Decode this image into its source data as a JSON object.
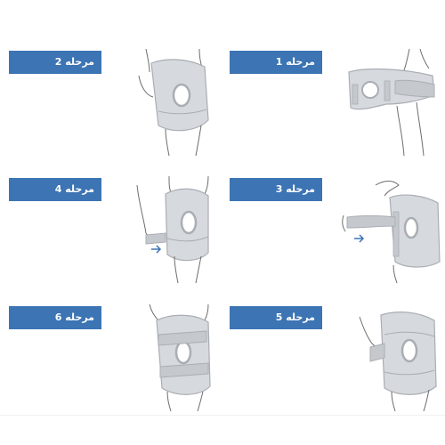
{
  "colors": {
    "label_bg": "#3c74b4",
    "label_text": "#ffffff",
    "brace": "#d6d9dd",
    "brace_dark": "#a9aeb4",
    "skin_line": "#6d6d6d",
    "arrow": "#3c74b4"
  },
  "steps": [
    {
      "label": "مرحله 1",
      "illustration": "knee-brace-step-1-illustration"
    },
    {
      "label": "مرحله 2",
      "illustration": "knee-brace-step-2-illustration"
    },
    {
      "label": "مرحله 3",
      "illustration": "knee-brace-step-3-illustration"
    },
    {
      "label": "مرحله 4",
      "illustration": "knee-brace-step-4-illustration"
    },
    {
      "label": "مرحله 5",
      "illustration": "knee-brace-step-5-illustration"
    },
    {
      "label": "مرحله 6",
      "illustration": "knee-brace-step-6-illustration"
    }
  ]
}
